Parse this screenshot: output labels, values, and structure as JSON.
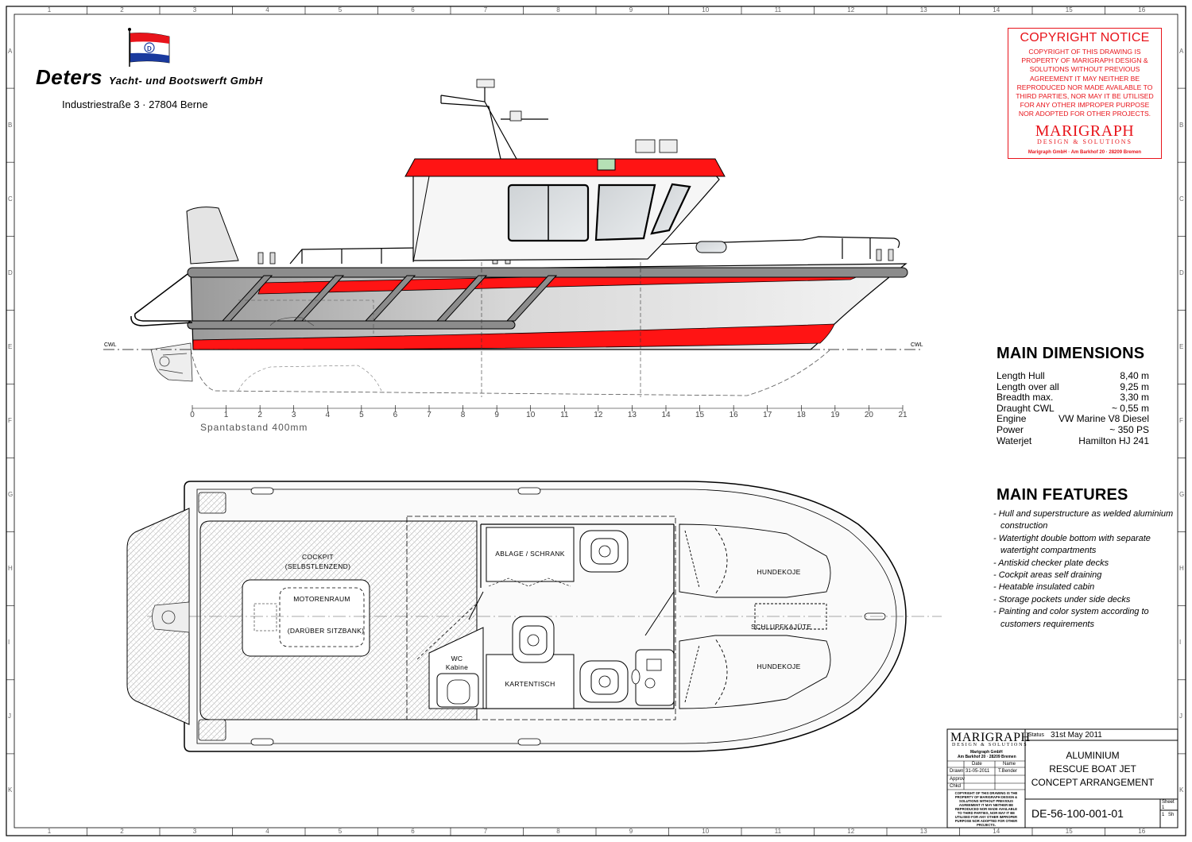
{
  "company": {
    "name": "Deters",
    "name_suffix": "Yacht- und Bootswerft GmbH",
    "address": "Industriestraße 3 · 27804 Berne"
  },
  "copyright": {
    "title": "COPYRIGHT NOTICE",
    "text": "COPYRIGHT OF THIS DRAWING IS PROPERTY OF MARIGRAPH DESIGN & SOLUTIONS WITHOUT PREVIOUS AGREEMENT IT MAY NEITHER BE REPRODUCED NOR MADE AVAILABLE TO THIRD PARTIES, NOR MAY IT BE UTILISED FOR ANY OTHER IMPROPER PURPOSE NOR ADOPTED FOR OTHER PROJECTS.",
    "brand": "MARIGRAPH",
    "brand_sub": "DESIGN & SOLUTIONS",
    "address": "Marigraph GmbH · Am Barkhof 20 · 28209 Bremen",
    "color": "#e8141b"
  },
  "side_view": {
    "cwl_label": "CWL",
    "frame_caption": "Spantabstand 400mm",
    "frames": [
      "0",
      "1",
      "2",
      "3",
      "4",
      "5",
      "6",
      "7",
      "8",
      "9",
      "10",
      "11",
      "12",
      "13",
      "14",
      "15",
      "16",
      "17",
      "18",
      "19",
      "20",
      "21"
    ],
    "accent_color": "#ff1414"
  },
  "plan_view": {
    "labels": {
      "cockpit": "COCKPIT",
      "cockpit_sub": "(SELBSTLENZEND)",
      "motorenraum": "MOTORENRAUM",
      "motorenraum_sub": "(DARÜBER SITZBANK)",
      "ablage": "ABLAGE / SCHRANK",
      "wc": "WC",
      "wc_sub": "Kabine",
      "kartentisch": "KARTENTISCH",
      "hundekoje_top": "HUNDEKOJE",
      "schlupfkajuete": "SCHLUPFKAJÜTE",
      "hundekoje_bottom": "HUNDEKOJE"
    }
  },
  "main_dimensions": {
    "title": "MAIN DIMENSIONS",
    "rows": [
      {
        "label": "Length Hull",
        "value": "8,40 m"
      },
      {
        "label": "Length over all",
        "value": "9,25 m"
      },
      {
        "label": "Breadth max.",
        "value": "3,30 m"
      },
      {
        "label": "Draught CWL",
        "value": "~ 0,55 m"
      },
      {
        "label": "Engine",
        "value": "VW Marine V8 Diesel"
      },
      {
        "label": "Power",
        "value": "~ 350 PS"
      },
      {
        "label": "Waterjet",
        "value": "Hamilton HJ 241"
      }
    ]
  },
  "main_features": {
    "title": "MAIN FEATURES",
    "items": [
      "- Hull and superstructure as welded aluminium construction",
      "- Watertight double bottom with separate watertight compartments",
      "- Antiskid checker plate decks",
      "- Cockpit areas self draining",
      "- Heatable insulated cabin",
      "- Storage pockets under side decks",
      "- Painting and color system according to customers requirements"
    ]
  },
  "title_block": {
    "brand": "MARIGRAPH",
    "brand_sub": "DESIGN & SOLUTIONS",
    "brand_addr1": "Marigraph GmbH",
    "brand_addr2": "Am Barkhof 20 · 28209 Bremen",
    "status_label": "Status",
    "status_value": "31st May 2011",
    "date_header": "Date",
    "name_header": "Name",
    "drawn_label": "Drawn",
    "drawn_date": "31-05-2011",
    "drawn_name": "T.Bender",
    "approv_label": "Approv",
    "chkd_label": "Chkd",
    "title_line1": "ALUMINIUM",
    "title_line2": "RESCUE BOAT JET",
    "title_line3": "CONCEPT ARRANGEMENT",
    "copyright_small": "COPYRIGHT OF THIS DRAWING IS THE PROPERTY OF MARIGRAPH DESIGN & SOLUTIONS WITHOUT PREVIOUS AGREEMENT IT MAY NEITHER BE REPRODUCED NOR MADE AVAILABLE TO THIRD PARTIES, NOR MAY IT BE UTILISED FOR ANY OTHER IMPROPER PURPOSE NOR ADOPTED FOR OTHER PROJECTS.",
    "drawing_number": "DE-56-100-001-01",
    "sheet_label": "Sheet",
    "sheet_value": "1",
    "sheets_value": "1",
    "sheets_label": "Sh"
  },
  "grid": {
    "columns": [
      "1",
      "2",
      "3",
      "4",
      "5",
      "6",
      "7",
      "8",
      "9",
      "10",
      "11",
      "12",
      "13",
      "14",
      "15",
      "16"
    ],
    "rows": [
      "A",
      "B",
      "C",
      "D",
      "E",
      "F",
      "G",
      "H",
      "I",
      "J",
      "K"
    ]
  }
}
